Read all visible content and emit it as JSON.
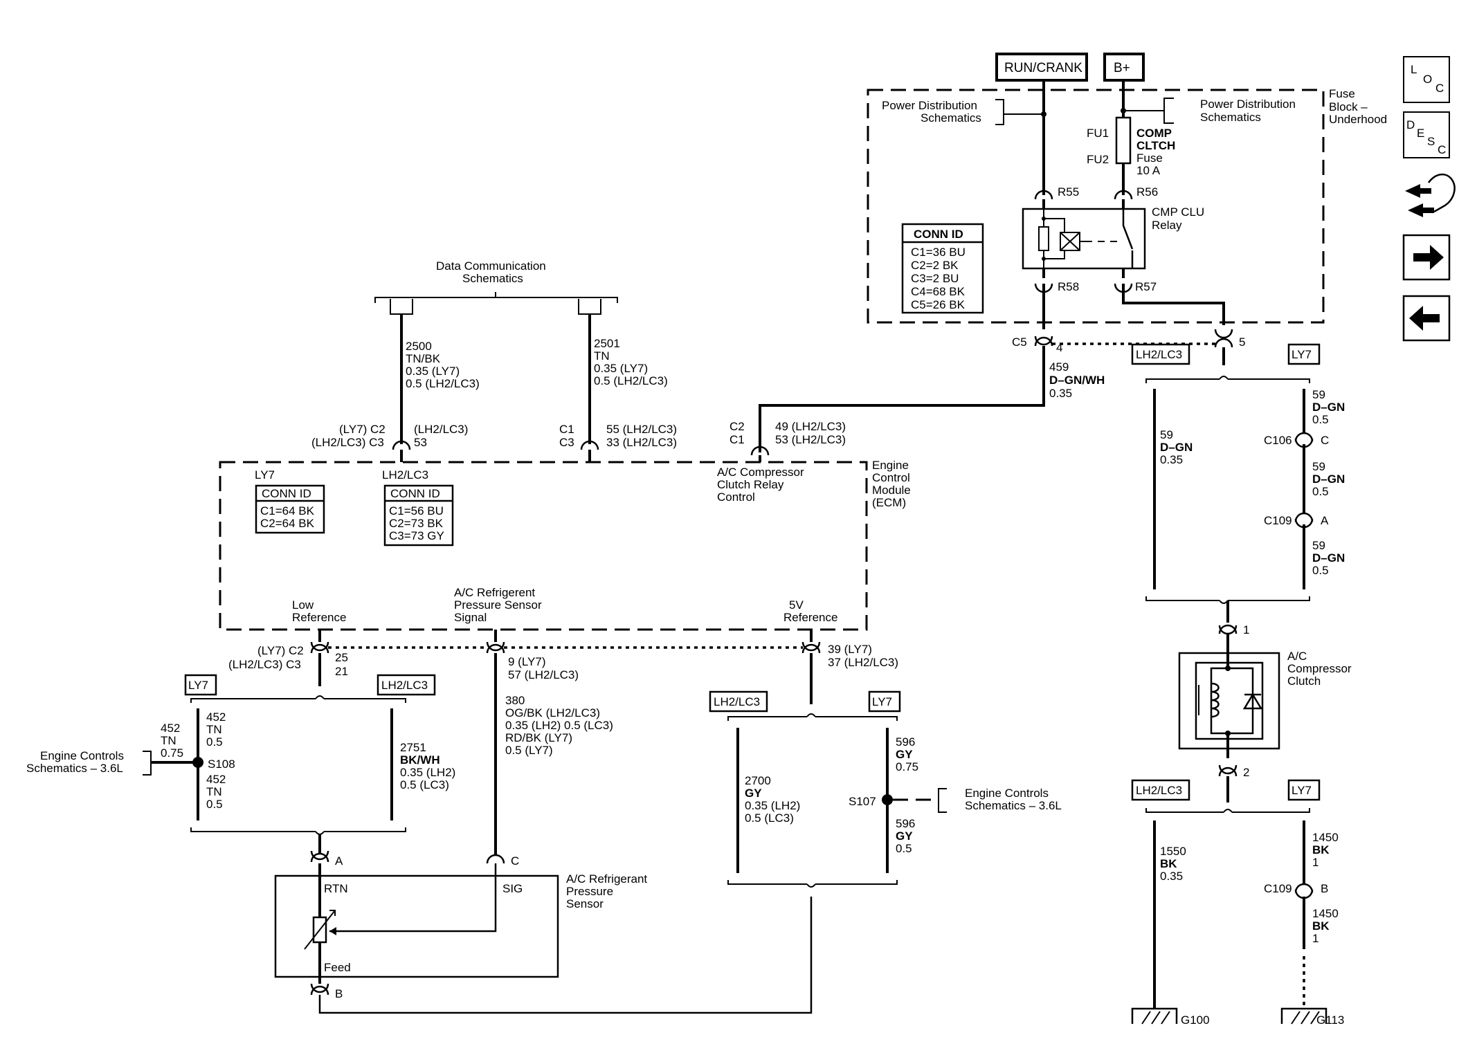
{
  "nav": {
    "loc": [
      "L",
      "O",
      "C"
    ],
    "desc": [
      "D",
      "E",
      "S",
      "C"
    ],
    "arrow_forward": "→",
    "arrow_back": "←"
  },
  "power": {
    "run_crank": "RUN/CRANK",
    "bplus": "B+",
    "pds_left": [
      "Power Distribution",
      "Schematics"
    ],
    "pds_right": [
      "Power Distribution",
      "Schematics"
    ],
    "fuse_block": [
      "Fuse",
      "Block –",
      "Underhood"
    ],
    "fu1": "FU1",
    "fu2": "FU2",
    "fuse": [
      "COMP",
      "CLTCH",
      "Fuse",
      "10 A"
    ],
    "r55": "R55",
    "r56": "R56",
    "r57": "R57",
    "r58": "R58",
    "relay": [
      "CMP CLU",
      "Relay"
    ],
    "conn_id": {
      "title": "CONN ID",
      "rows": [
        "C1=36 BU",
        "C2=2 BK",
        "C3=2 BU",
        "C4=68 BK",
        "C5=26 BK"
      ]
    }
  },
  "c5": {
    "label": "C5",
    "pin4": "4",
    "pin5": "5",
    "wire459": [
      "459",
      "D–GN/WH",
      "0.35"
    ]
  },
  "data_comm": {
    "title": [
      "Data Communication",
      "Schematics"
    ],
    "wire2500": [
      "2500",
      "TN/BK",
      "0.35 (LY7)",
      "0.5 (LH2/LC3)"
    ],
    "wire2501": [
      "2501",
      "TN",
      "0.35 (LY7)",
      "0.5 (LH2/LC3)"
    ],
    "pin_left_a": [
      "(LY7) C2",
      "(LH2/LC3) C3"
    ],
    "pin_left_b": [
      "(LH2/LC3)",
      "53"
    ],
    "pin_mid_a": [
      "C1",
      "C3"
    ],
    "pin_mid_b": [
      "55 (LH2/LC3)",
      "33 (LH2/LC3)"
    ],
    "pin_relay_a": [
      "C2",
      "C1"
    ],
    "pin_relay_b": [
      "49 (LH2/LC3)",
      "53 (LH2/LC3)"
    ]
  },
  "ecm": {
    "title": [
      "Engine",
      "Control",
      "Module",
      "(ECM)"
    ],
    "relay_ctrl": [
      "A/C Compressor",
      "Clutch Relay",
      "Control"
    ],
    "ly7_label": "LY7",
    "ly7_conn": {
      "title": "CONN ID",
      "rows": [
        "C1=64 BK",
        "C2=64 BK"
      ]
    },
    "lh2_label": "LH2/LC3",
    "lh2_conn": {
      "title": "CONN ID",
      "rows": [
        "C1=56 BU",
        "C2=73 BK",
        "C3=73 GY"
      ]
    },
    "low_ref": [
      "Low",
      "Reference"
    ],
    "sensor_signal": [
      "A/C Refrigerent",
      "Pressure Sensor",
      "Signal"
    ],
    "five_v": [
      "5V",
      "Reference"
    ],
    "pin_low_a": [
      "(LY7) C2",
      "(LH2/LC3) C3"
    ],
    "pin_low_b": [
      "25",
      "21"
    ],
    "pin_sig": [
      "9 (LY7)",
      "57 (LH2/LC3)"
    ],
    "pin_5v": [
      "39 (LY7)",
      "37 (LH2/LC3)"
    ]
  },
  "low_ref_branch": {
    "ly7": "LY7",
    "lh2": "LH2/LC3",
    "wire452a": [
      "452",
      "TN",
      "0.75"
    ],
    "wire452b": [
      "452",
      "TN",
      "0.5"
    ],
    "wire452c": [
      "452",
      "TN",
      "0.5"
    ],
    "s108": "S108",
    "ecs": [
      "Engine Controls",
      "Schematics – 3.6L"
    ],
    "wire2751": [
      "2751",
      "BK/WH",
      "0.35 (LH2)",
      "0.5 (LC3)"
    ]
  },
  "signal_branch": {
    "wire380": [
      "380",
      "OG/BK (LH2/LC3)",
      "0.35 (LH2) 0.5 (LC3)",
      "RD/BK (LY7)",
      "0.5 (LY7)"
    ]
  },
  "five_v_branch": {
    "lh2": "LH2/LC3",
    "ly7": "LY7",
    "wire2700": [
      "2700",
      "GY",
      "0.35 (LH2)",
      "0.5 (LC3)"
    ],
    "wire596a": [
      "596",
      "GY",
      "0.75"
    ],
    "wire596b": [
      "596",
      "GY",
      "0.5"
    ],
    "s107": "S107",
    "ecs": [
      "Engine Controls",
      "Schematics – 3.6L"
    ]
  },
  "sensor": {
    "title": [
      "A/C Refrigerant",
      "Pressure",
      "Sensor"
    ],
    "rtn": "RTN",
    "sig": "SIG",
    "feed": "Feed",
    "pin_a": "A",
    "pin_b": "B",
    "pin_c": "C"
  },
  "clutch_branch": {
    "lh2": "LH2/LC3",
    "ly7": "LY7",
    "wire59_lh2": [
      "59",
      "D–GN",
      "0.35"
    ],
    "wire59a": [
      "59",
      "D–GN",
      "0.5"
    ],
    "wire59b": [
      "59",
      "D–GN",
      "0.5"
    ],
    "wire59c": [
      "59",
      "D–GN",
      "0.5"
    ],
    "c106": "C106",
    "c106_pin": "C",
    "c109a": "C109",
    "c109a_pin": "A",
    "clutch": [
      "A/C",
      "Compressor",
      "Clutch"
    ],
    "pin1": "1",
    "pin2": "2"
  },
  "ground_branch": {
    "lh2": "LH2/LC3",
    "ly7": "LY7",
    "wire1550": [
      "1550",
      "BK",
      "0.35"
    ],
    "wire1450a": [
      "1450",
      "BK",
      "1"
    ],
    "wire1450b": [
      "1450",
      "BK",
      "1"
    ],
    "c109b": "C109",
    "c109b_pin": "B",
    "g100": "G100",
    "g113": "G113"
  }
}
